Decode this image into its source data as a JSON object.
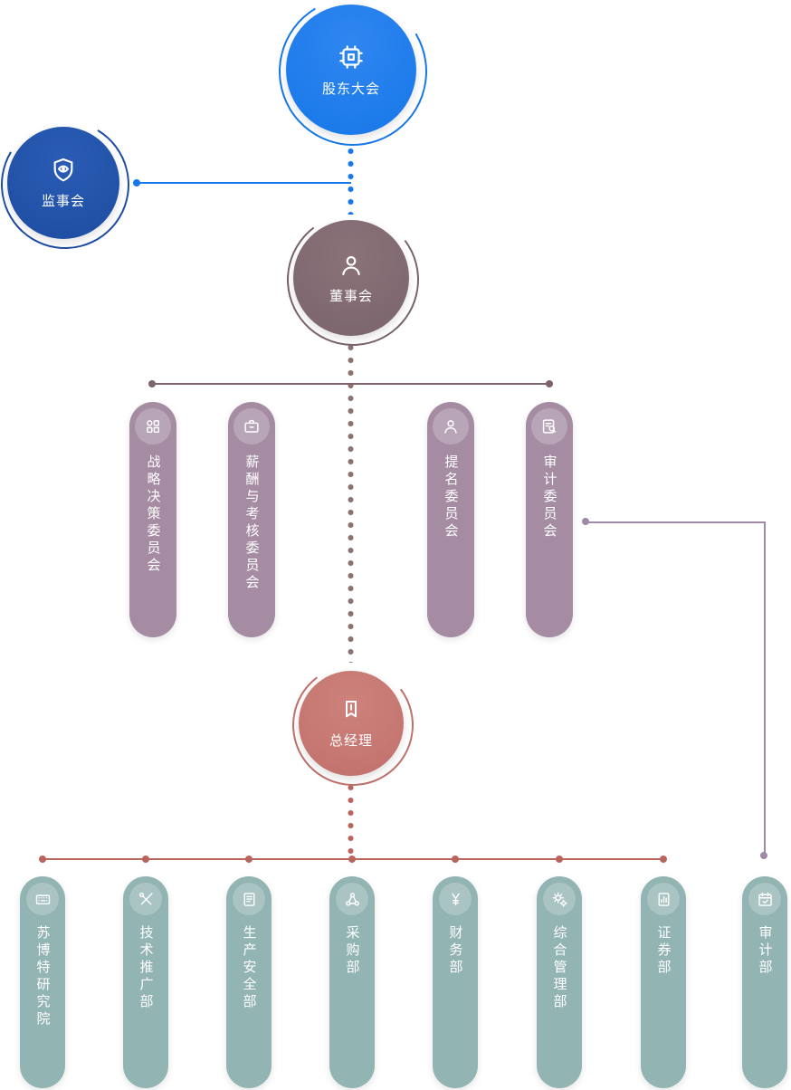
{
  "colors": {
    "blue": "#1677e8",
    "navy": "#1c4da2",
    "board": "#7a646b",
    "committee": "#a58ca3",
    "brown_line": "#7c6468",
    "brown_dots": "#8d7070",
    "red_node": "#c1706a",
    "red_line": "#b9655e",
    "teal": "#92b4b3",
    "purple_line": "#9e8aa6"
  },
  "nodes": {
    "shareholders": {
      "label": "股东大会",
      "icon": "chip-icon"
    },
    "supervisory": {
      "label": "监事会",
      "icon": "shield-eye-icon"
    },
    "board": {
      "label": "董事会",
      "icon": "user-icon"
    },
    "general_manager": {
      "label": "总经理",
      "icon": "pen-nib-icon"
    }
  },
  "committees": [
    {
      "label": "战略决策委员会",
      "icon": "grid-icon"
    },
    {
      "label": "薪酬与考核委员会",
      "icon": "briefcase-icon"
    },
    {
      "label": "提名委员会",
      "icon": "user-icon"
    },
    {
      "label": "审计委员会",
      "icon": "doc-search-icon"
    }
  ],
  "departments": [
    {
      "label": "苏博特研究院",
      "icon": "keyboard-icon"
    },
    {
      "label": "技术推广部",
      "icon": "tools-icon"
    },
    {
      "label": "生产安全部",
      "icon": "document-icon"
    },
    {
      "label": "采购部",
      "icon": "network-icon"
    },
    {
      "label": "财务部",
      "icon": "yen-icon"
    },
    {
      "label": "综合管理部",
      "icon": "gears-icon"
    },
    {
      "label": "证券部",
      "icon": "report-icon"
    },
    {
      "label": "审计部",
      "icon": "calendar-check-icon"
    }
  ],
  "structure": {
    "type": "org-chart",
    "edges": [
      {
        "from": "股东大会",
        "to": "董事会"
      },
      {
        "from": "监事会",
        "to": "董事会"
      },
      {
        "from": "董事会",
        "to": "战略决策委员会"
      },
      {
        "from": "董事会",
        "to": "薪酬与考核委员会"
      },
      {
        "from": "董事会",
        "to": "提名委员会"
      },
      {
        "from": "董事会",
        "to": "审计委员会"
      },
      {
        "from": "董事会",
        "to": "总经理"
      },
      {
        "from": "总经理",
        "to": "苏博特研究院"
      },
      {
        "from": "总经理",
        "to": "技术推广部"
      },
      {
        "from": "总经理",
        "to": "生产安全部"
      },
      {
        "from": "总经理",
        "to": "采购部"
      },
      {
        "from": "总经理",
        "to": "财务部"
      },
      {
        "from": "总经理",
        "to": "综合管理部"
      },
      {
        "from": "总经理",
        "to": "证券部"
      },
      {
        "from": "审计委员会",
        "to": "审计部"
      }
    ]
  }
}
